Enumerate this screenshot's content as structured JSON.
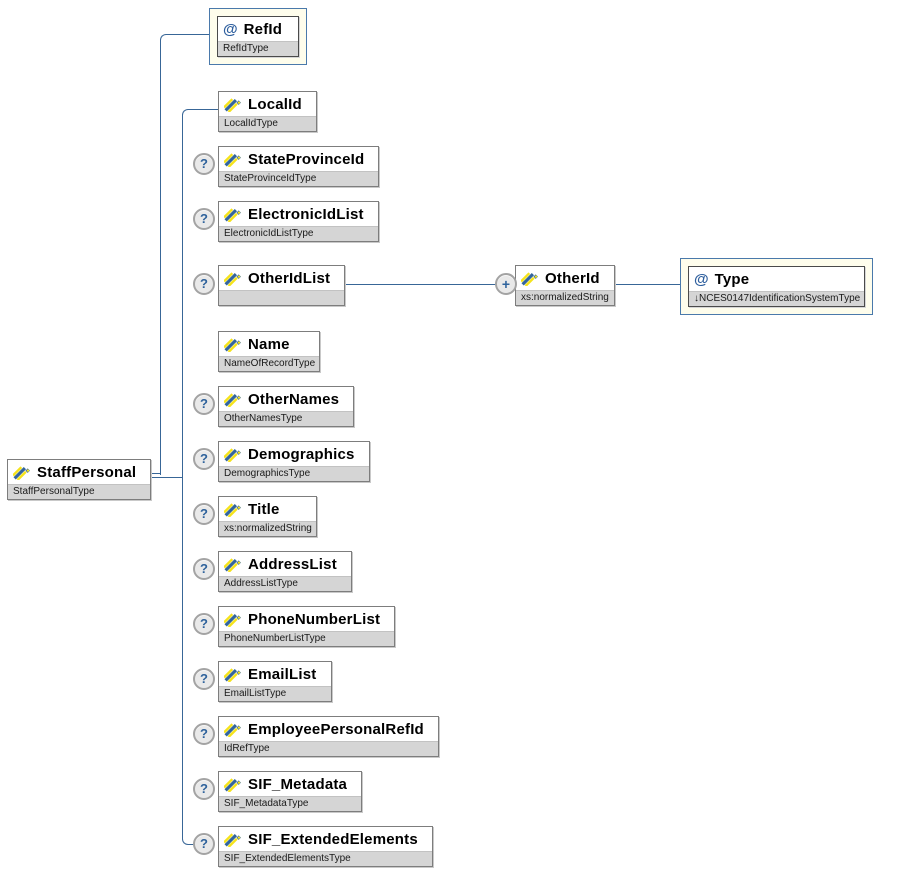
{
  "icons": {
    "attribute": "@",
    "optional": "?",
    "repeatable": "+"
  },
  "colors": {
    "connector_line": "#386697",
    "attribute_container_bg": "#fefdec",
    "attribute_container_border": "#4a79ab",
    "type_strip_bg": "#d5d5d5",
    "icon_blue": "#33659c",
    "icon_yellow": "#f5e31b"
  },
  "nodes": {
    "staffPersonal": {
      "name": "StaffPersonal",
      "type": "StaffPersonalType"
    },
    "refId": {
      "name": "RefId",
      "type": "RefIdType"
    },
    "localId": {
      "name": "LocalId",
      "type": "LocalIdType"
    },
    "stateProvinceId": {
      "name": "StateProvinceId",
      "type": "StateProvinceIdType"
    },
    "electronicIdList": {
      "name": "ElectronicIdList",
      "type": "ElectronicIdListType"
    },
    "otherIdList": {
      "name": "OtherIdList",
      "type": ""
    },
    "otherId": {
      "name": "OtherId",
      "type": "xs:normalizedString"
    },
    "typeAttr": {
      "name": "Type",
      "type": "↓NCES0147IdentificationSystemType"
    },
    "name": {
      "name": "Name",
      "type": "NameOfRecordType"
    },
    "otherNames": {
      "name": "OtherNames",
      "type": "OtherNamesType"
    },
    "demographics": {
      "name": "Demographics",
      "type": "DemographicsType"
    },
    "title": {
      "name": "Title",
      "type": "xs:normalizedString"
    },
    "addressList": {
      "name": "AddressList",
      "type": "AddressListType"
    },
    "phoneNumberList": {
      "name": "PhoneNumberList",
      "type": "PhoneNumberListType"
    },
    "emailList": {
      "name": "EmailList",
      "type": "EmailListType"
    },
    "employeePersonalRefId": {
      "name": "EmployeePersonalRefId",
      "type": "IdRefType"
    },
    "sifMetadata": {
      "name": "SIF_Metadata",
      "type": "SIF_MetadataType"
    },
    "sifExtendedElements": {
      "name": "SIF_ExtendedElements",
      "type": "SIF_ExtendedElementsType"
    }
  }
}
